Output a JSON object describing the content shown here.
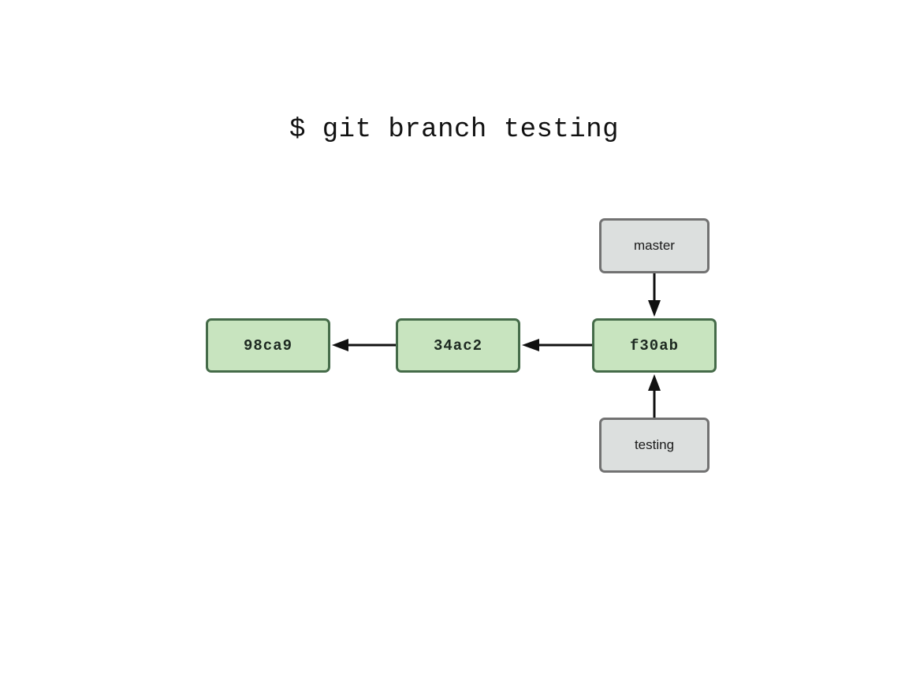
{
  "command": "$ git branch testing",
  "commits": [
    {
      "id": "98ca9"
    },
    {
      "id": "34ac2"
    },
    {
      "id": "f30ab"
    }
  ],
  "branches": [
    {
      "name": "master"
    },
    {
      "name": "testing"
    }
  ],
  "colors": {
    "commit_fill": "#c8e4bf",
    "commit_border": "#456b49",
    "branch_fill": "#dcdfde",
    "branch_border": "#727272",
    "arrow": "#111111"
  }
}
